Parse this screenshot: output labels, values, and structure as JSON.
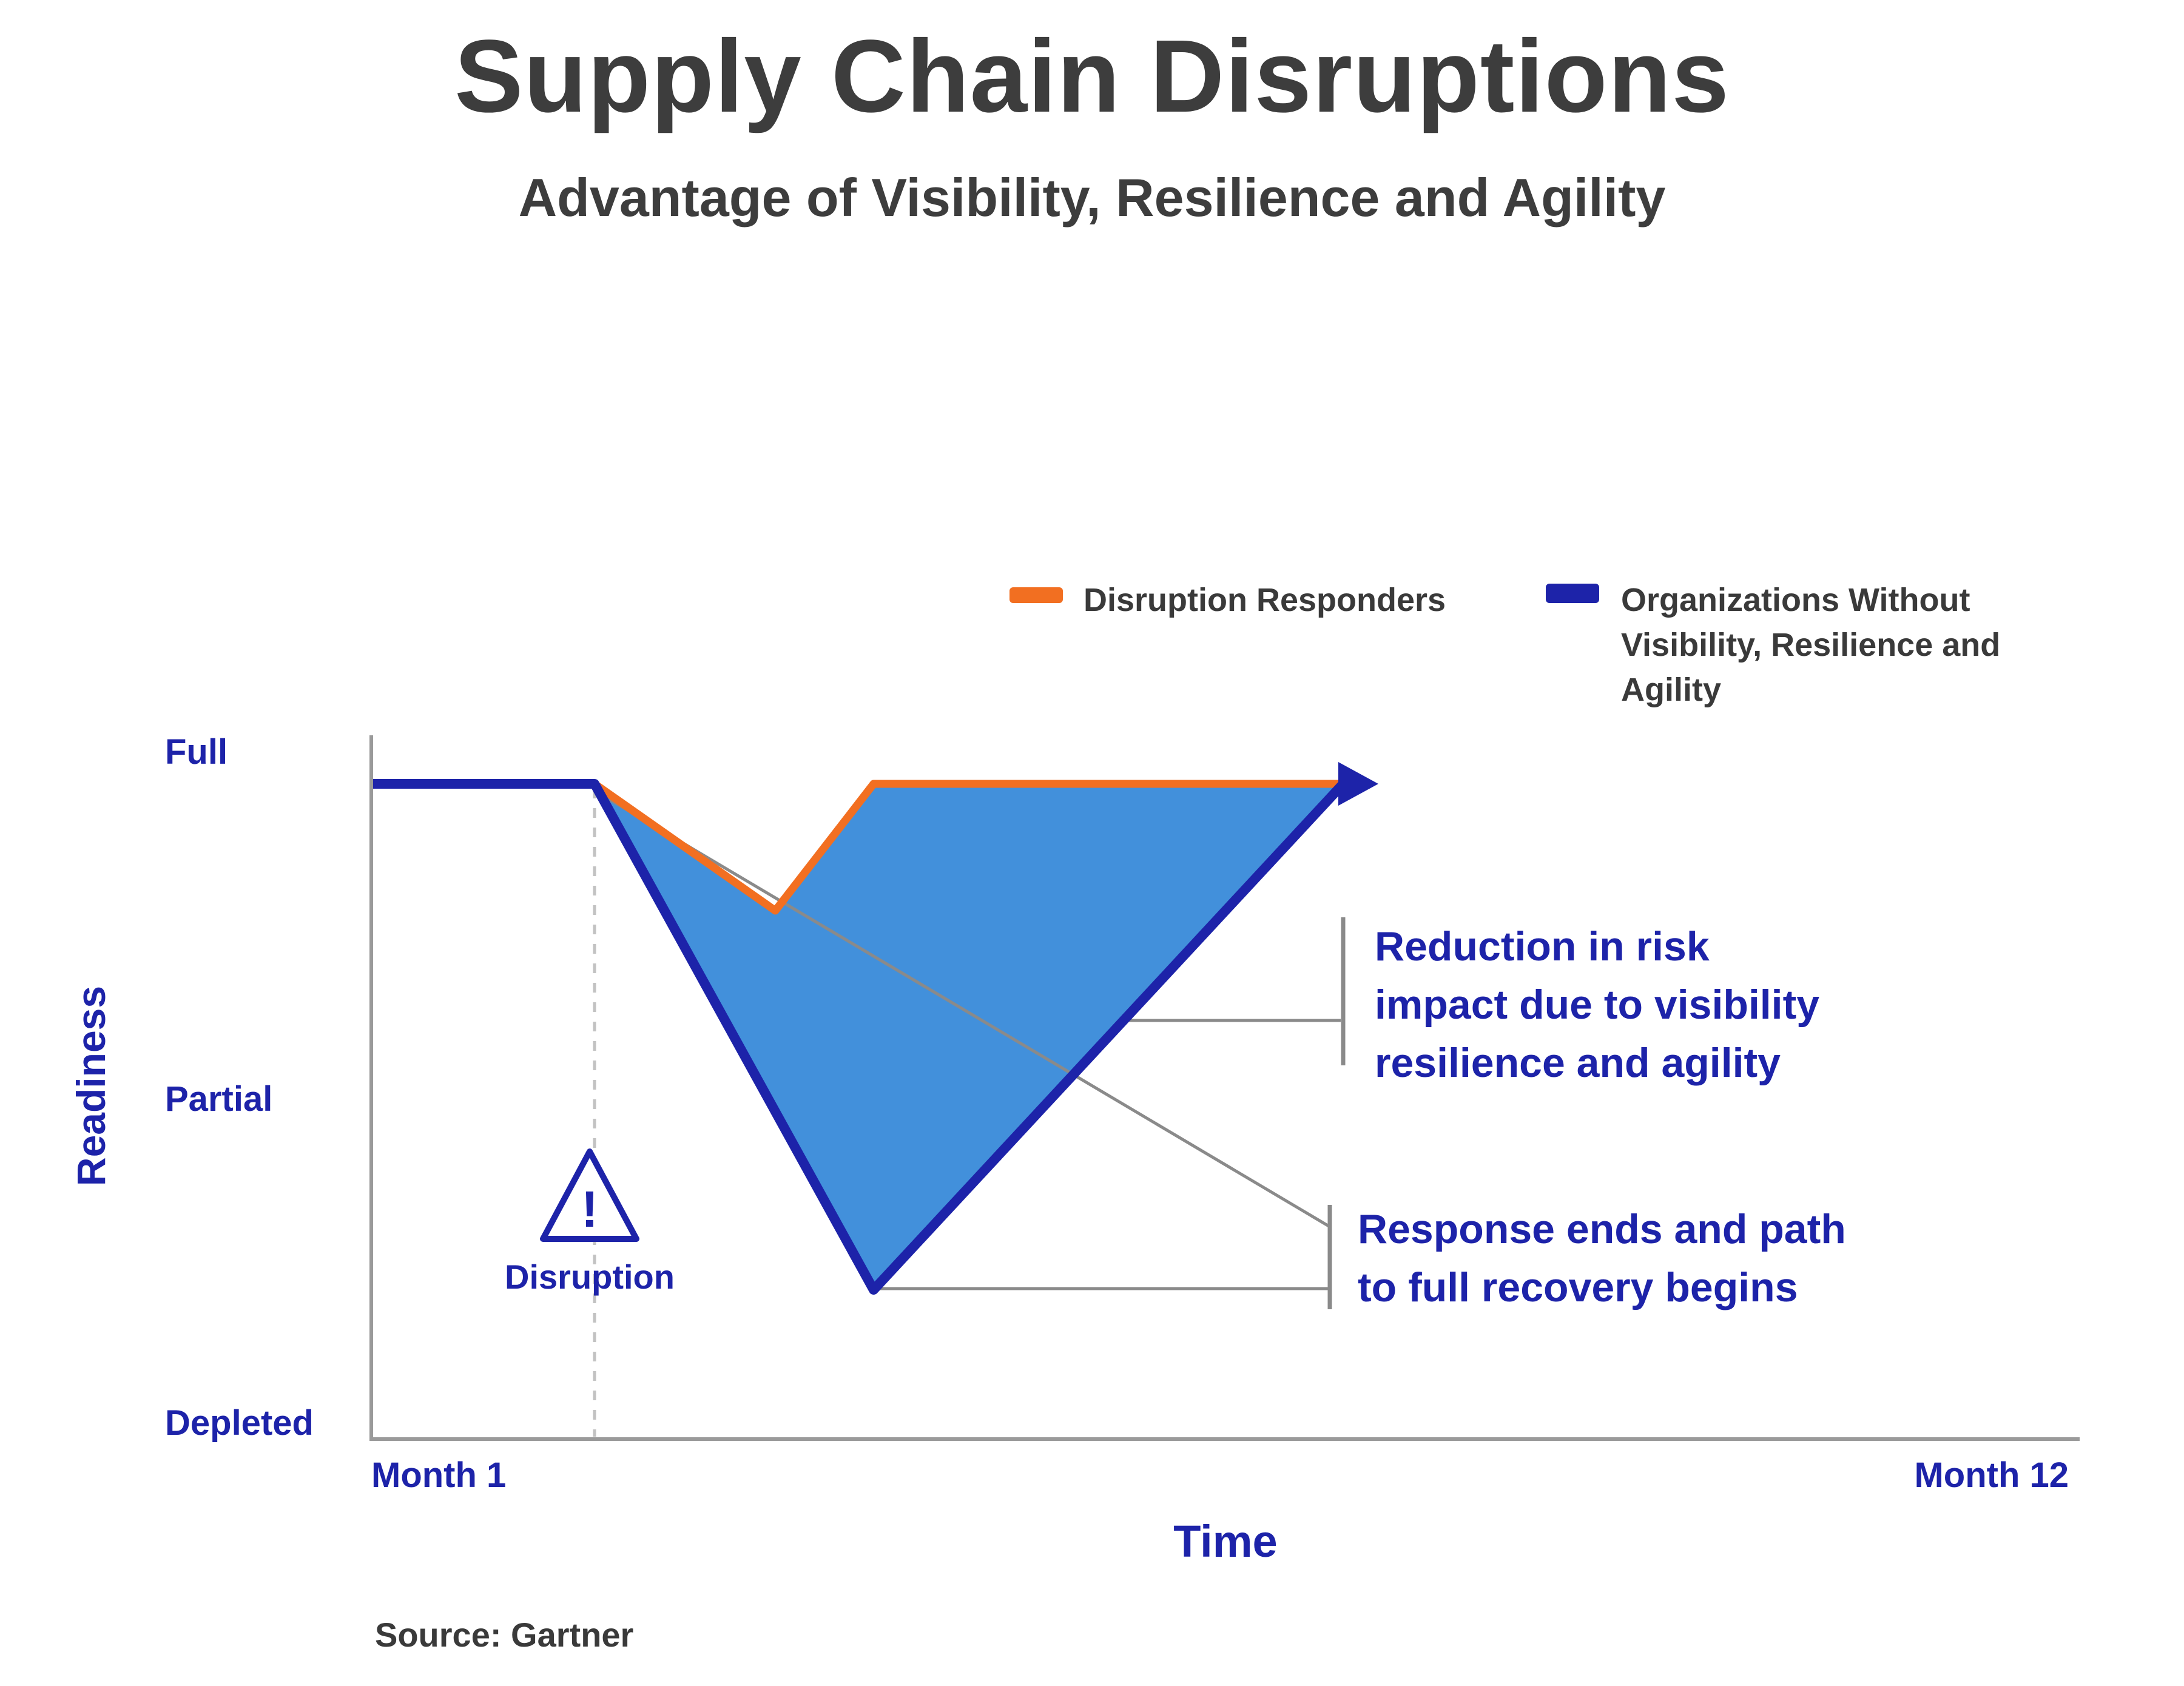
{
  "title": "Supply Chain Disruptions",
  "subtitle": "Advantage of Visibility, Resilience and Agility",
  "legend": {
    "responders_label": "Disruption Responders",
    "without_label_lines": [
      "Organizations Without",
      "Visibility, Resilience and",
      "Agility"
    ]
  },
  "axes": {
    "y_title": "Readiness",
    "x_title": "Time",
    "y_ticks": [
      "Full",
      "Partial",
      "Depleted"
    ],
    "x_ticks": [
      "Month 1",
      "Month 12"
    ]
  },
  "annotations": {
    "disruption_label": "Disruption",
    "warning_glyph": "!",
    "reduction_lines": [
      "Reduction in risk",
      "impact due to visibility",
      "resilience and agility"
    ],
    "response_lines": [
      "Response ends and path",
      "to full recovery begins"
    ]
  },
  "source": "Source: Gartner",
  "colors": {
    "orange": "#f26f21",
    "navy": "#1d23a9",
    "fill_blue": "#4290db",
    "connector_gray": "#8a8a8a",
    "axis_gray": "#9a9a9a",
    "dash_gray": "#c2c2c2",
    "title_gray": "#3d3d3d"
  },
  "chart_data": {
    "type": "line",
    "title": "Supply Chain Disruptions",
    "subtitle": "Advantage of Visibility, Resilience and Agility",
    "xlabel": "Time",
    "ylabel": "Readiness",
    "x_tick_labels": [
      "Month 1",
      "Month 12"
    ],
    "y_tick_labels": [
      "Depleted",
      "Partial",
      "Full"
    ],
    "y_scale_note": "Readiness mapped 0=Depleted, 50=Partial, 100=Full",
    "grid": false,
    "legend_position": "top-right",
    "series": [
      {
        "name": "Disruption Responders",
        "color": "#f26f21",
        "points": [
          {
            "month": 1.0,
            "readiness": 100
          },
          {
            "month": 2.4,
            "readiness": 100
          },
          {
            "month": 3.6,
            "readiness": 80
          },
          {
            "month": 4.3,
            "readiness": 100
          },
          {
            "month": 7.3,
            "readiness": 100
          }
        ]
      },
      {
        "name": "Organizations Without Visibility, Resilience and Agility",
        "color": "#1d23a9",
        "points": [
          {
            "month": 1.0,
            "readiness": 100
          },
          {
            "month": 2.4,
            "readiness": 100
          },
          {
            "month": 4.3,
            "readiness": 21
          },
          {
            "month": 7.3,
            "readiness": 100
          }
        ]
      }
    ],
    "events": [
      {
        "label": "Disruption",
        "month": 2.4,
        "marker": "dashed vertical line with warning triangle"
      }
    ],
    "shaded_region": "Gap between the two series filled light blue (#4290db); labeled 'Reduction in risk impact due to visibility resilience and agility'; V-bottom labeled 'Response ends and path to full recovery begins'",
    "source": "Source: Gartner"
  }
}
